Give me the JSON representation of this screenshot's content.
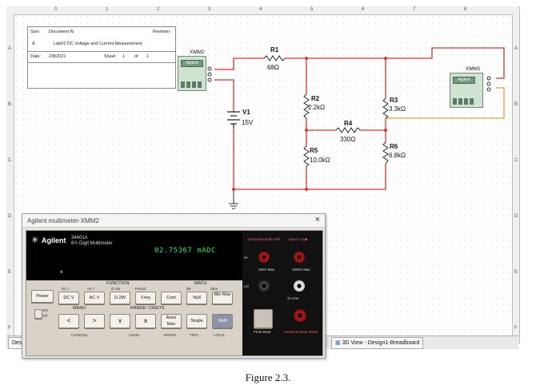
{
  "ruler": {
    "top_marks": [
      "0",
      "1",
      "2",
      "3",
      "4",
      "5",
      "6",
      "7",
      "8"
    ],
    "left_marks": [
      "A",
      "B",
      "C",
      "D",
      "E",
      "F"
    ],
    "right_marks": [
      "A",
      "B",
      "C",
      "D",
      "E",
      "F"
    ]
  },
  "title_block": {
    "size_label": "Size:",
    "document_label": "Document N:",
    "revision_label": "Revision:",
    "size_value": "A",
    "title": "Lab#2 DC Voltage and Current Measurement",
    "date_label": "Date:",
    "date_value": "2/8/2021",
    "sheet_label": "Sheet",
    "sheet_value": "1",
    "of_label": "of",
    "of_value": "1"
  },
  "schematic": {
    "xmm2_label": "XMM2",
    "xmm1_label": "XMM1",
    "meter_brand": "Agilent",
    "r1_name": "R1",
    "r1_value": "68Ω",
    "r2_name": "R2",
    "r2_value": "2.2kΩ",
    "r3_name": "R3",
    "r3_value": "3.3kΩ",
    "r4_name": "R4",
    "r4_value": "330Ω",
    "r5_name": "R5",
    "r5_value": "10.0kΩ",
    "r6_name": "R6",
    "r6_value": "6.8kΩ",
    "v1_name": "V1",
    "v1_value": "15V",
    "wire_color": "#e03030",
    "meter_wire_color": "#e8a040"
  },
  "multimeter_window": {
    "title": "Agilent multimeter-XMM2",
    "brand": "Agilent",
    "model_line1": "34401A",
    "model_line2": "6½ Digit Multimeter",
    "display": "02.75367 mADC",
    "flag": "*",
    "power_label": "Power",
    "on_label": "ON",
    "off_label": "Off",
    "function_label": "FUNCTION",
    "math_label": "MATH",
    "menu_label": "MENU",
    "range_label": "RANGE / DIGITS",
    "sublabels": [
      "DC I",
      "AC I",
      "Ω 4W",
      "Period",
      "dB",
      "dBm"
    ],
    "buttons": {
      "dcv": "DC V",
      "acv": "AC V",
      "ohm": "Ω 2W",
      "freq": "Freq",
      "cont": "Cont",
      "null": "Null",
      "minmax": "Min Max",
      "left": "<",
      "right": ">",
      "down": "∨",
      "up": "∧",
      "auto": "Auto/ Man",
      "single": "Single",
      "shift": "Shift"
    },
    "bottom_labels": [
      "CHOICES",
      "LEVEL",
      "ENTER",
      "TRIG",
      "LOCAL"
    ],
    "jack_labels": {
      "sense": "4W Sense Ratio Ref",
      "input": "Input V Ω ▶",
      "hi": "HI",
      "lo": "LO",
      "max1": "200V Max",
      "max2": "1000V Max",
      "amps": "3A rms",
      "front_rear": "Front Rear",
      "fused": "Fused on Rear Panel"
    }
  },
  "tabs": {
    "design_tab": "Desig",
    "breadboard_tab": "3D View - Design1-Breadboard"
  },
  "caption": "Figure 2.3."
}
